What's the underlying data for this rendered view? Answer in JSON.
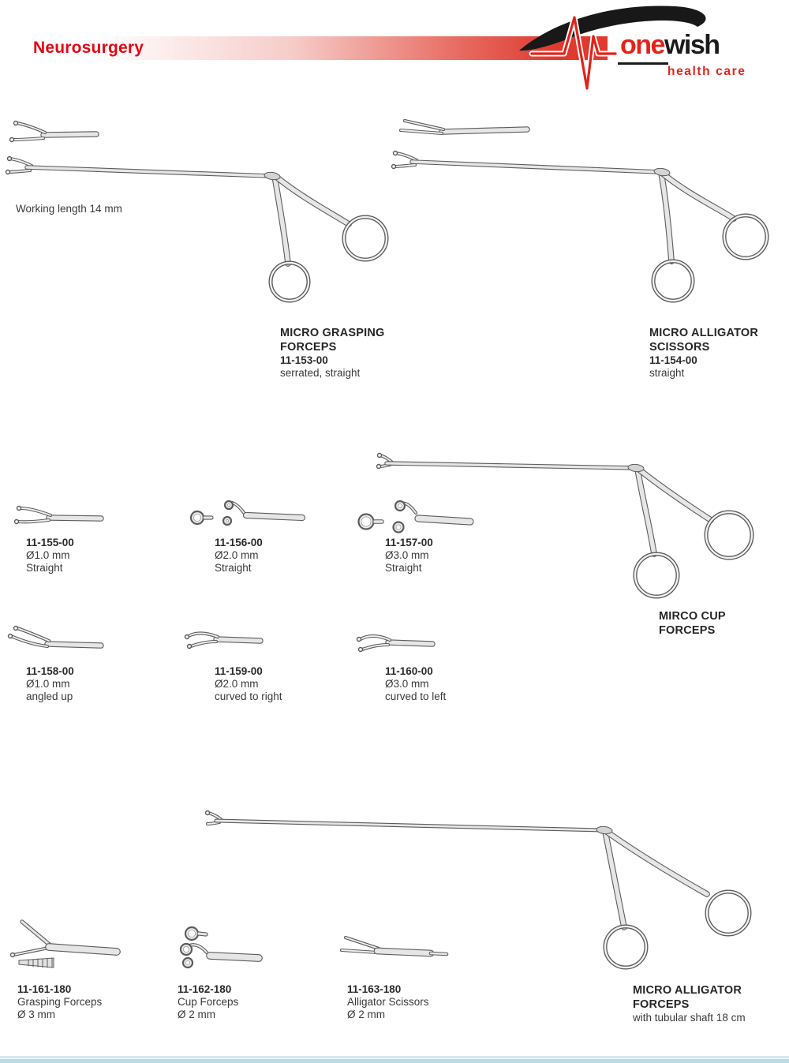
{
  "header": {
    "section_title": "Neurosurgery",
    "logo": {
      "word_left": "one",
      "word_right": "wish",
      "tagline": "health care"
    }
  },
  "notes": {
    "working_length": "Working length 14 mm"
  },
  "products": {
    "micro_grasping_forceps": {
      "name1": "MICRO GRASPING",
      "name2": "FORCEPS",
      "code": "11-153-00",
      "desc": "serrated, straight"
    },
    "micro_alligator_scissors": {
      "name1": "MICRO ALLIGATOR",
      "name2": "SCISSORS",
      "code": "11-154-00",
      "desc": "straight"
    },
    "p155": {
      "code": "11-155-00",
      "size": "Ø1.0 mm",
      "desc": "Straight"
    },
    "p156": {
      "code": "11-156-00",
      "size": "Ø2.0 mm",
      "desc": "Straight"
    },
    "p157": {
      "code": "11-157-00",
      "size": "Ø3.0 mm",
      "desc": "Straight"
    },
    "mirco_cup_forceps": {
      "name1": "MIRCO CUP",
      "name2": "FORCEPS"
    },
    "p158": {
      "code": "11-158-00",
      "size": "Ø1.0 mm",
      "desc": "angled up"
    },
    "p159": {
      "code": "11-159-00",
      "size": "Ø2.0 mm",
      "desc": "curved to right"
    },
    "p160": {
      "code": "11-160-00",
      "size": "Ø3.0 mm",
      "desc": "curved to left"
    },
    "p161": {
      "code": "11-161-180",
      "name": "Grasping Forceps",
      "size": "Ø 3 mm"
    },
    "p162": {
      "code": "11-162-180",
      "name": "Cup Forceps",
      "size": "Ø 2 mm"
    },
    "p163": {
      "code": "11-163-180",
      "name": "Alligator Scissors",
      "size": "Ø 2 mm"
    },
    "micro_alligator_forceps": {
      "name1": "MICRO ALLIGATOR",
      "name2": "FORCEPS",
      "desc": "with tubular shaft 18 cm"
    }
  },
  "colors": {
    "accent_red": "#e2231a",
    "title_red": "#e30613",
    "bar_red_end": "#e23b2e",
    "footer_blue": "#b7dce5",
    "line_art_gray": "#5c5c5c"
  }
}
